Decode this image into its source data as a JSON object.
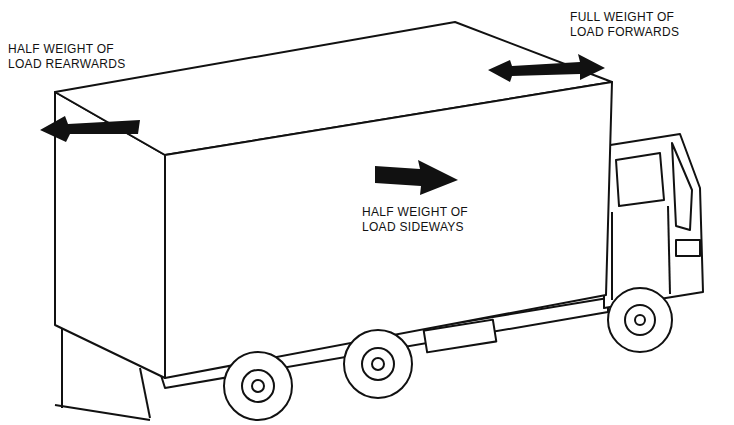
{
  "diagram": {
    "labels": [
      "HALF WEIGHT OF LOAD REARWARDS",
      "FULL WEIGHT OF LOAD FORWARDS",
      "HALF WEIGHT OF LOAD SIDEWAYS"
    ]
  }
}
